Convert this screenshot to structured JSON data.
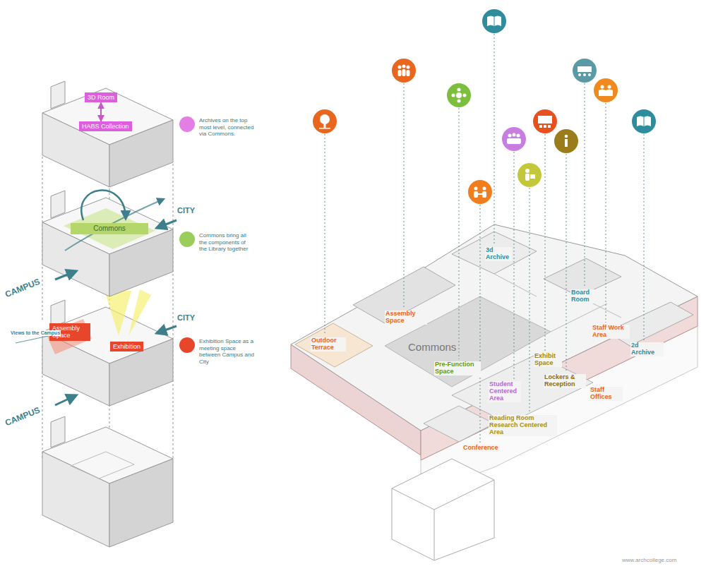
{
  "diagram": {
    "nodes": [
      {
        "text": [
          "3D Room"
        ]
      },
      {
        "text": [
          "HABS Collection"
        ]
      },
      {
        "text": [
          "Commons"
        ]
      },
      {
        "text": [
          "Assembly Space"
        ]
      },
      {
        "text": [
          "Exhibition"
        ]
      }
    ],
    "edges": [
      {
        "from": 0,
        "to": 1,
        "arrow": "both"
      }
    ],
    "labels": [
      "CITY",
      "CAMPUS",
      "CITY",
      "Views to the Campus",
      "CAMPUS",
      "Outdoor Terrace",
      "Assembly Space",
      "Pre-Function Space",
      "3d Archive",
      "Board Room",
      "Staff Work Area",
      "2d Archive",
      "Commons",
      "Student Centered Area",
      "Exhibit Space",
      "Lockers & Reception",
      "Staff Offices",
      "Reading Room Research Centered Area",
      "Conference",
      "www.archcollege.com"
    ],
    "legend": [
      {
        "text": "Archives on the top most level, connected via Commons.",
        "color": "#e37fe3"
      },
      {
        "text": "Commons bring all the components of the Library together",
        "color": "#9acd5a"
      },
      {
        "text": "Exhibition Space as a meeting space between Campus and City",
        "color": "#e8462a"
      }
    ]
  }
}
